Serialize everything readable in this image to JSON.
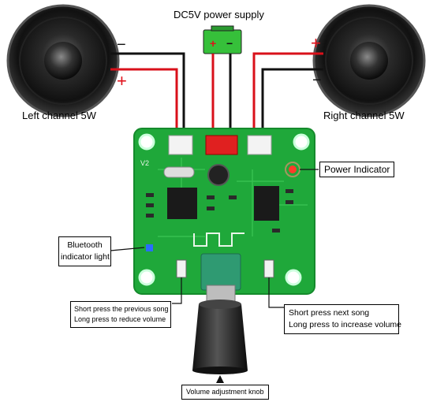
{
  "labels": {
    "power_supply": "DC5V power supply",
    "left_channel": "Left channel 5W",
    "right_channel": "Right channel 5W",
    "power_indicator": "Power Indicator",
    "bluetooth_line1": "Bluetooth",
    "bluetooth_line2": "indicator light",
    "prev_line1": "Short press the previous song",
    "prev_line2": "Long press to reduce volume",
    "next_line1": "Short press next song",
    "next_line2": "Long press to increase volume",
    "volume_knob": "Volume adjustment knob",
    "board_version": "V2"
  },
  "polarity": {
    "plus": "+",
    "minus": "−"
  },
  "colors": {
    "pcb": "#1fa83a",
    "pcb_dark": "#158a2c",
    "wire_red": "#d9101a",
    "wire_black": "#111111",
    "battery_green": "#36c03a",
    "plus_red": "#e0101a",
    "led_red": "#ff3b2a",
    "led_blue": "#2a6cff"
  }
}
